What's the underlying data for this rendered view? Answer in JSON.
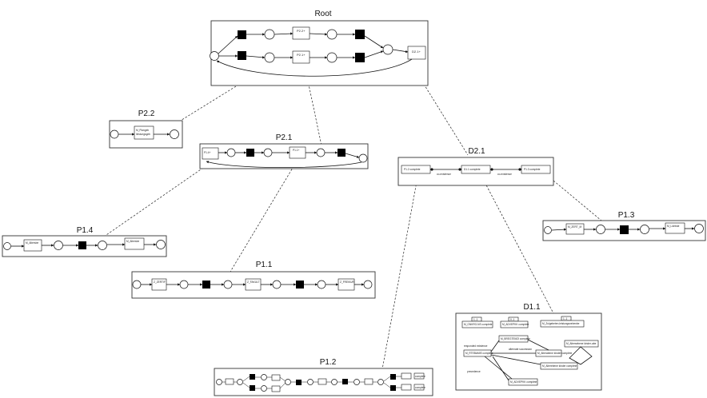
{
  "nodes": {
    "root": {
      "title": "Root",
      "labels": [
        "P2.2+",
        "P2.1+",
        "D2.1+"
      ]
    },
    "p2_2": {
      "title": "P2.2",
      "labels": [
        "M_Plangeb",
        "leistungsgeb"
      ]
    },
    "p2_1": {
      "title": "P2.1",
      "labels": [
        "P1.4+",
        "P1.1+"
      ]
    },
    "d2_1": {
      "title": "D2.1",
      "labels": [
        "P1.2 complete",
        "D1.1 complete",
        "P1.3 complete",
        "co-existence",
        "co-existence"
      ]
    },
    "p1_4": {
      "title": "P1.4",
      "labels": [
        "M_Altersbe",
        "M_Altersbe"
      ]
    },
    "p1_3": {
      "title": "P1.3",
      "labels": [
        "M_ZERT_M",
        "M_Lichtste"
      ]
    },
    "p1_1": {
      "title": "P1.1",
      "labels": [
        "Z_ZERTIF",
        "Z_FAKULT",
        "Z_FREIKUR"
      ]
    },
    "d1_1": {
      "title": "D1.1",
      "labels": [
        "1..1",
        "0..1",
        "1..1",
        "M_GNKRG-NS complete",
        "M_ADVEPKK complete",
        "M_Zulgebeten-leistungsnebenbe",
        "M_BREGTEMZI complete",
        "M_RTEBAMIS complete",
        "M_Alterabene kinder complete",
        "M_Altersebene kinder-abe",
        "M_ADVEPKK complete",
        "M_Alterebene kinder complete",
        "responded existence",
        "alternate succession",
        "precedence"
      ]
    },
    "p1_2": {
      "title": "P1.2",
      "labels": [
        "complete",
        "complete"
      ]
    }
  }
}
